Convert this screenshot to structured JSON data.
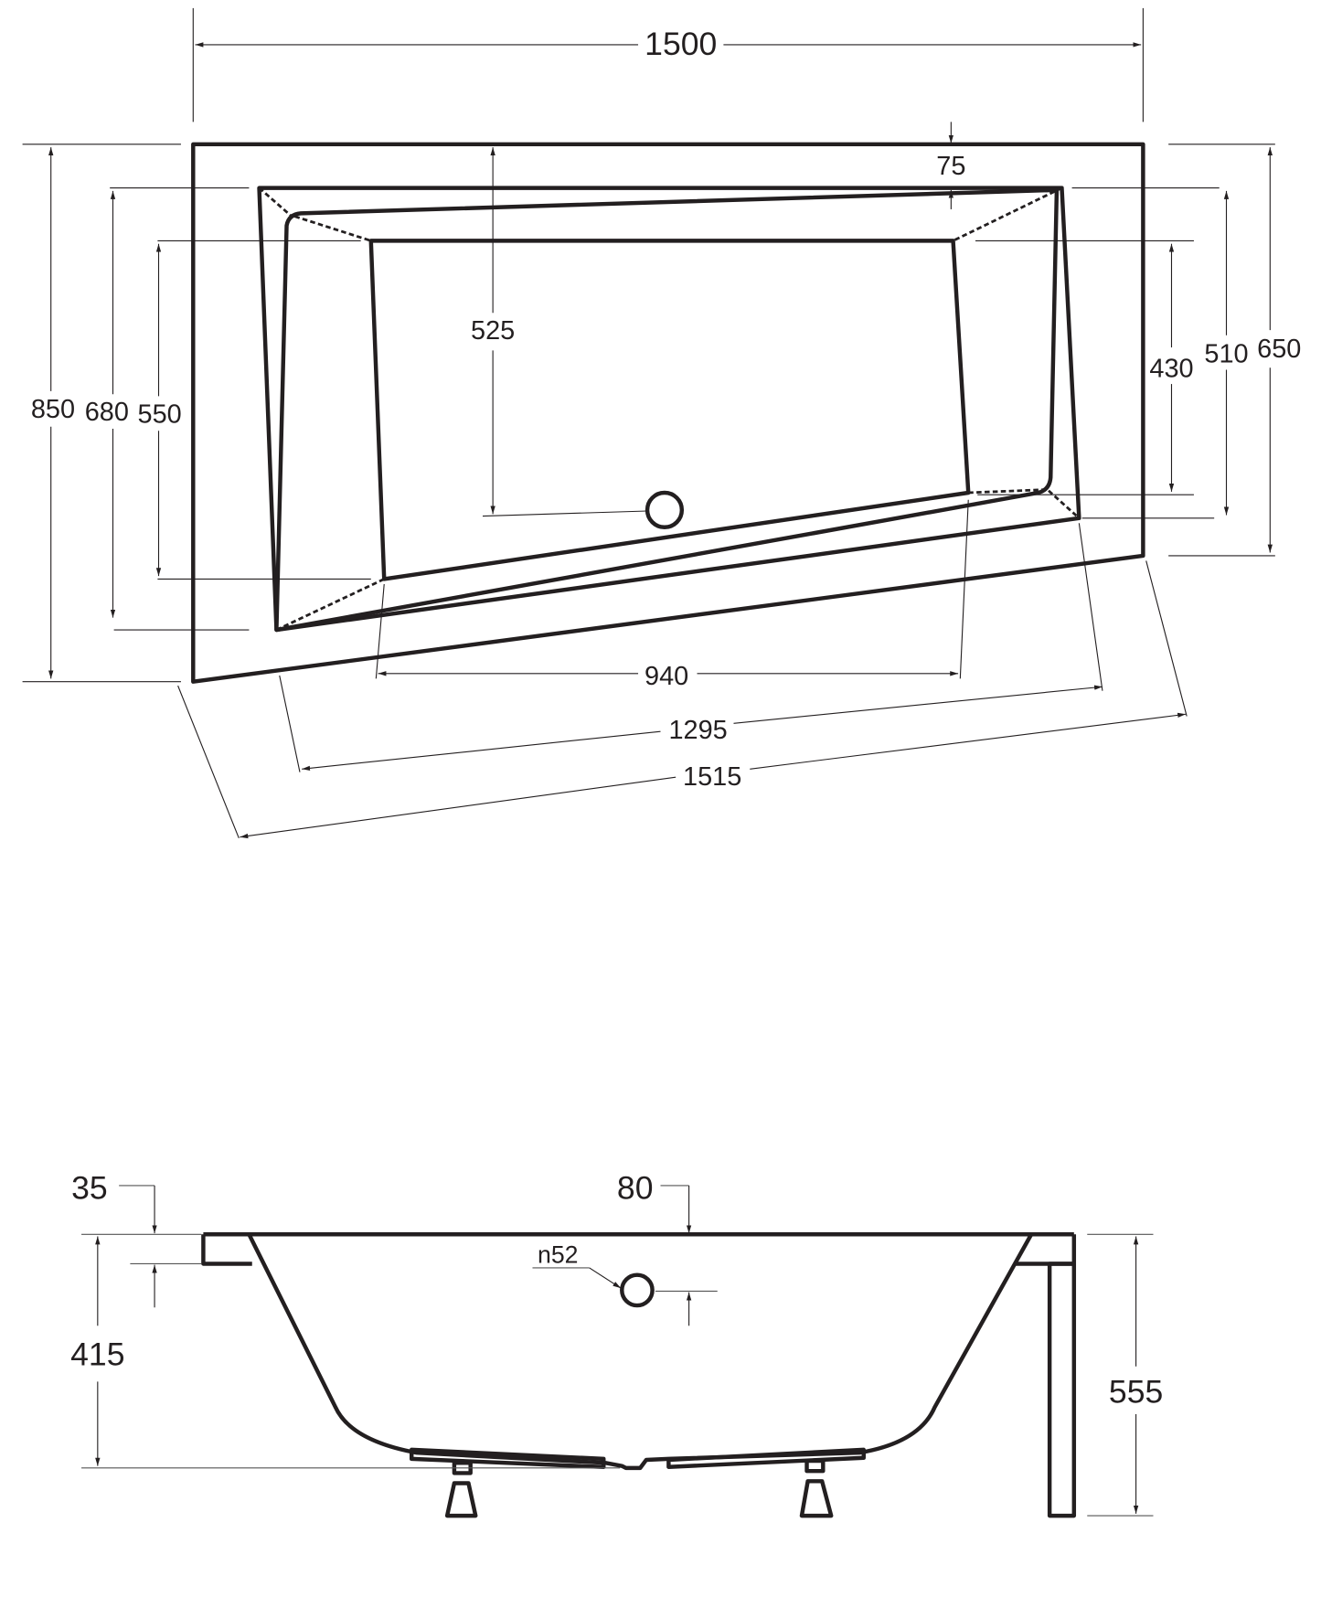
{
  "top_view": {
    "dimensions": {
      "overall_width": "1500",
      "rim_offset": "75",
      "drain_depth": "525",
      "height_left_outer": "850",
      "height_left_middle": "680",
      "height_left_inner": "550",
      "height_right_inner": "430",
      "height_right_middle": "510",
      "height_right_outer": "650",
      "bottom_inner": "940",
      "bottom_middle": "1295",
      "bottom_outer": "1515"
    }
  },
  "side_view": {
    "dimensions": {
      "rim_thickness": "35",
      "overflow_offset": "80",
      "overflow_diameter": "n52",
      "tub_depth": "415",
      "total_height": "555"
    }
  }
}
